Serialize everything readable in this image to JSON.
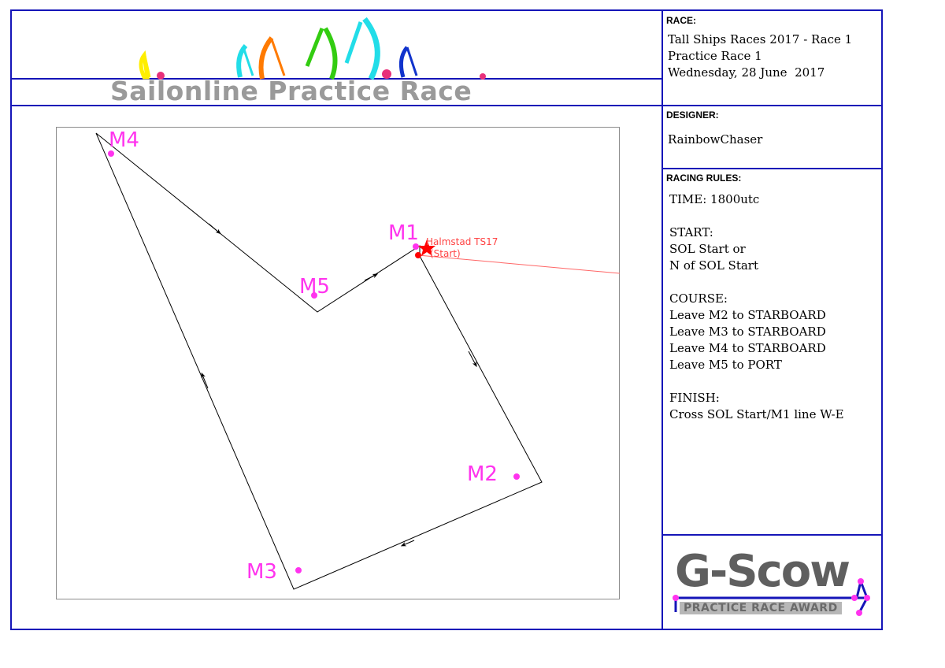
{
  "banner": {
    "title": "Sailonline Practice Race"
  },
  "race": {
    "label": "RACE:",
    "line1": "Tall Ships Races 2017 - Race 1",
    "line2": "Practice Race 1",
    "line3": "Wednesday, 28 June  2017"
  },
  "designer": {
    "label": "DESIGNER:",
    "name": "RainbowChaser"
  },
  "rules": {
    "label": "RACING RULES:",
    "lines": [
      "TIME: 1800utc",
      "",
      "START:",
      "SOL Start or",
      "N of SOL Start",
      "",
      "COURSE:",
      "Leave M2 to STARBOARD",
      "Leave M3 to STARBOARD",
      "Leave M4 to STARBOARD",
      "Leave M5 to PORT",
      "",
      "FINISH:",
      "Cross SOL Start/M1 line W-E"
    ]
  },
  "map": {
    "marks": {
      "m1": "M1",
      "m2": "M2",
      "m3": "M3",
      "m4": "M4",
      "m5": "M5"
    },
    "start_label_1": "Halmstad TS17",
    "start_label_2": "(Start)"
  },
  "award": {
    "title": "G-Scow",
    "subtitle": "PRACTICE RACE AWARD"
  },
  "colors": {
    "frame": "#1515b8",
    "mark": "#ff33ee",
    "start": "#ff0000",
    "course": "#000000",
    "banner_text": "#9a9a9a",
    "sail_yellow": "#ffee00",
    "sail_cyan": "#22dde8",
    "sail_orange": "#ff7a00",
    "sail_green": "#33cc11",
    "sail_blue": "#1133cc"
  }
}
